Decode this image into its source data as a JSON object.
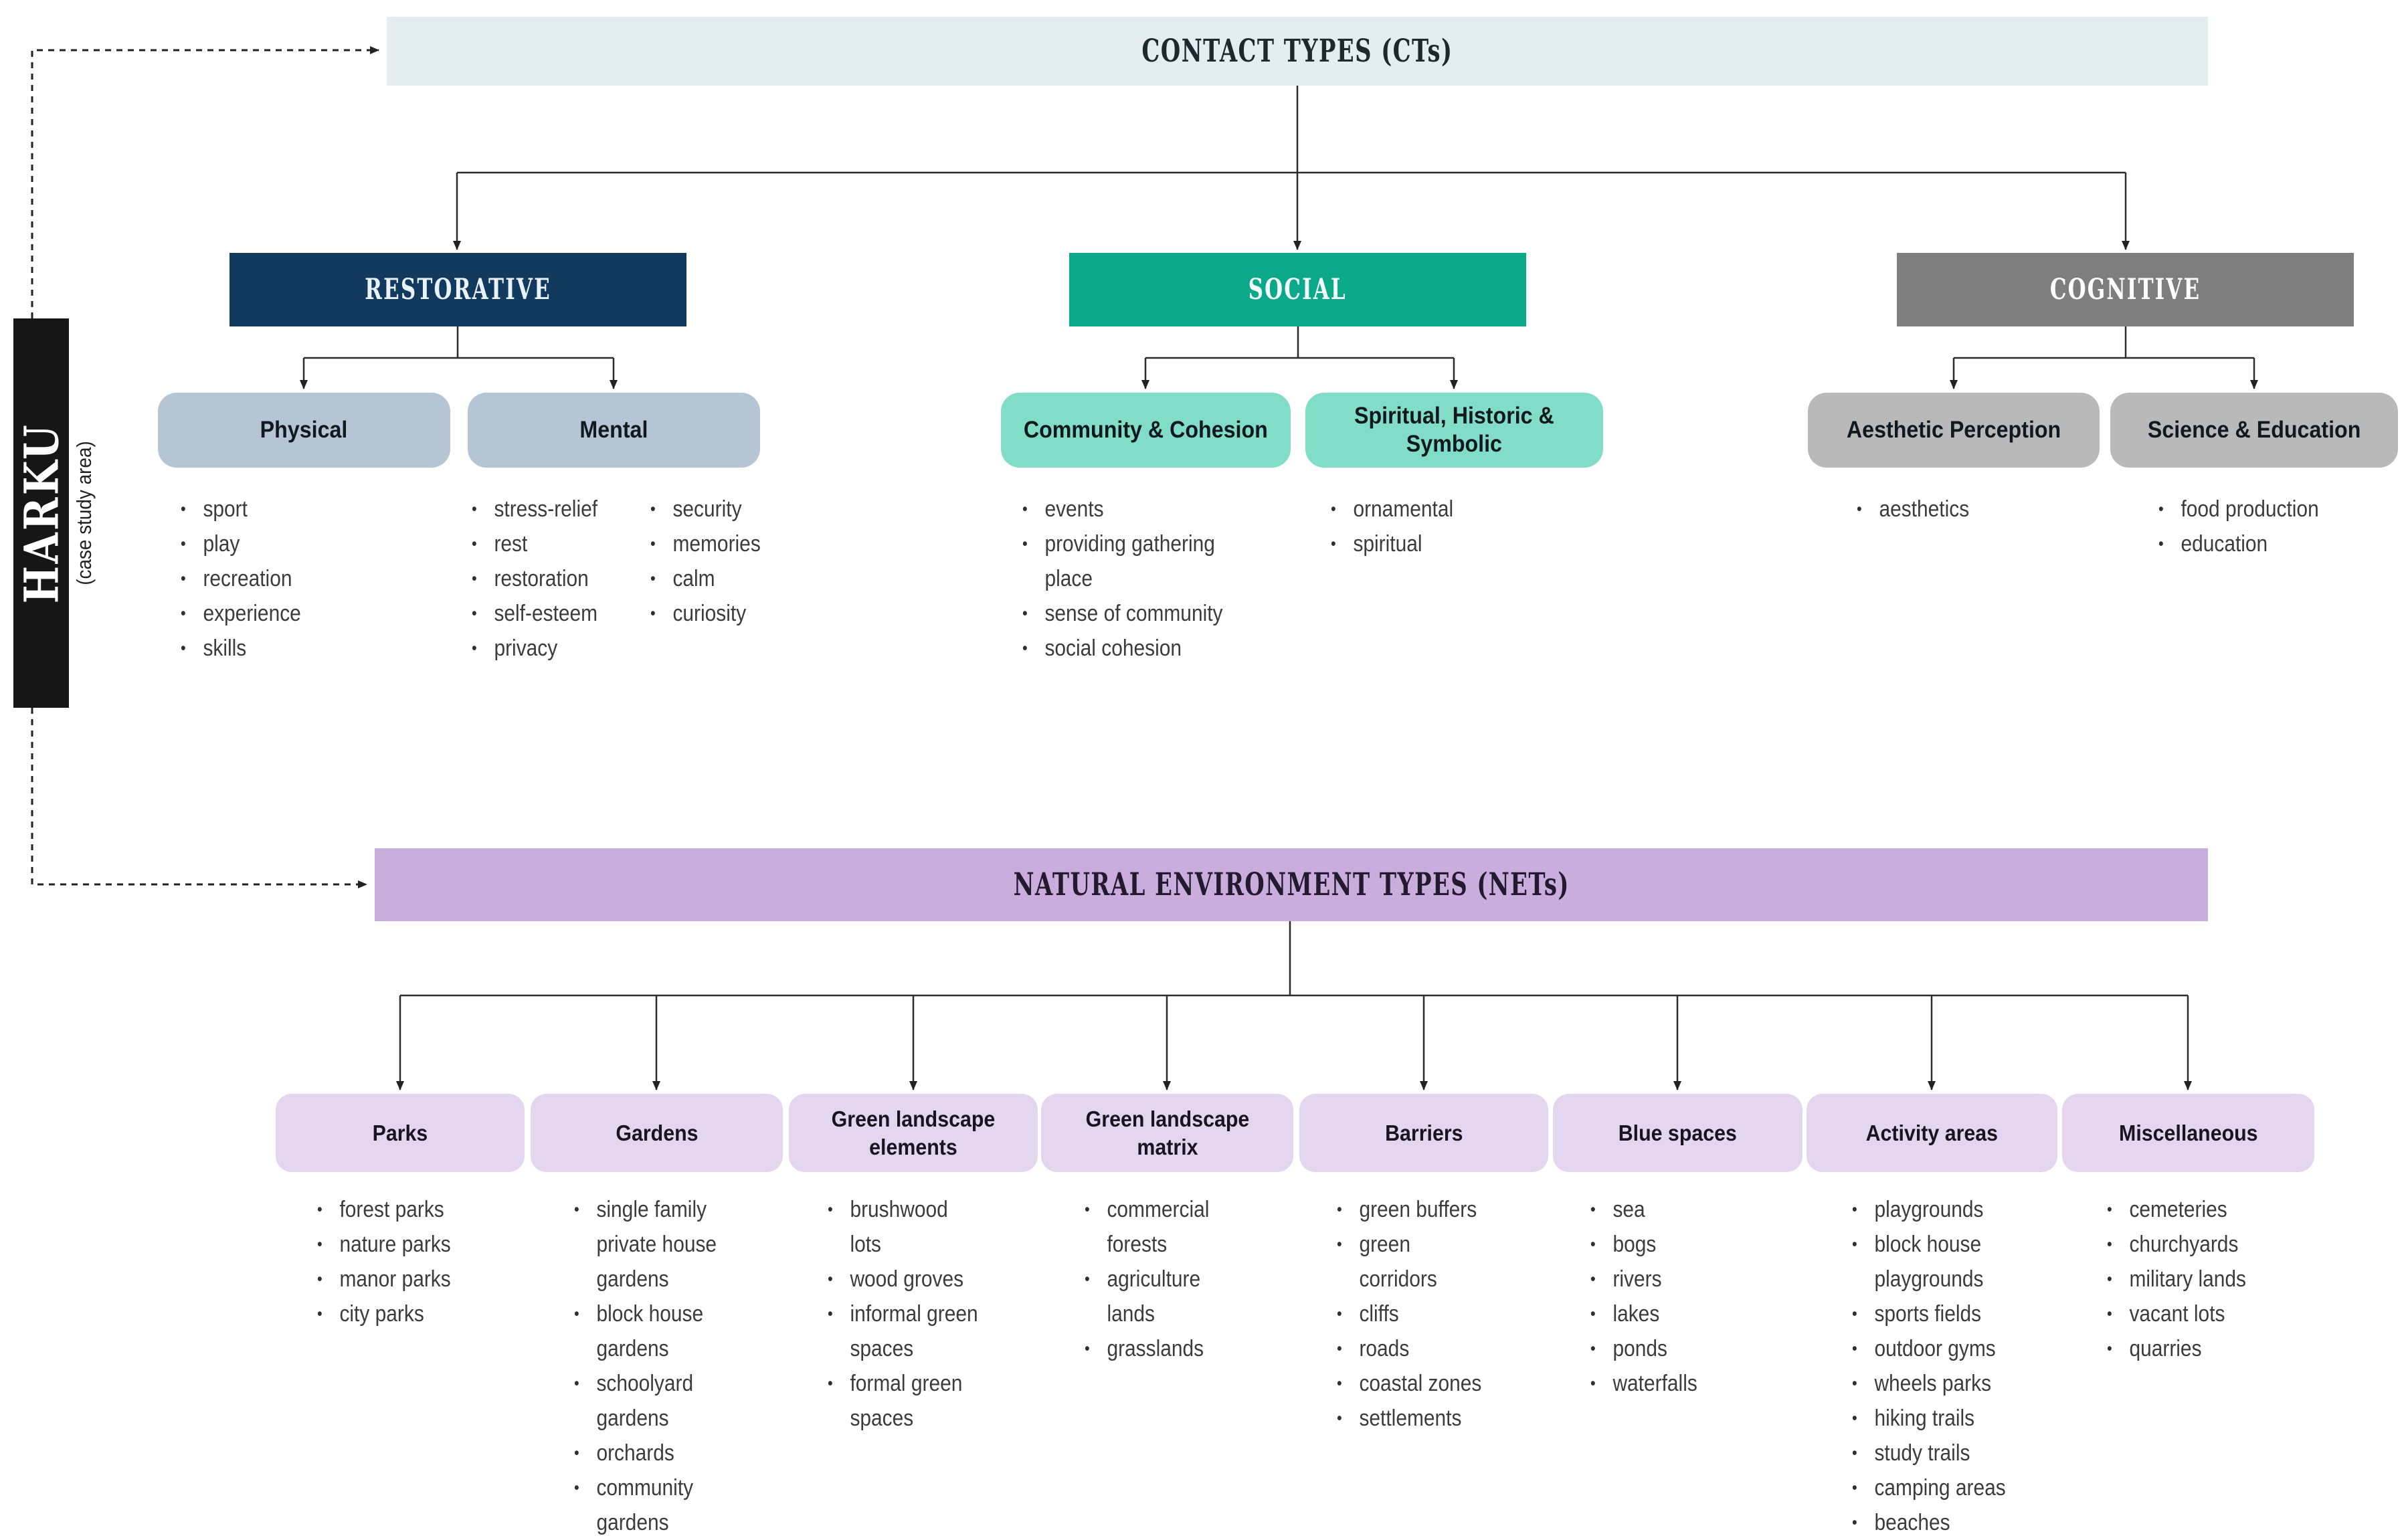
{
  "harku": {
    "label": "HARKU",
    "sublabel": "(case study area)"
  },
  "cts": {
    "title": "CONTACT TYPES (CTs)",
    "bar_color": "#e4eef1",
    "branches": [
      {
        "label": "RESTORATIVE",
        "color": "#12395e",
        "children": [
          {
            "label": "Physical",
            "items": [
              "sport",
              "play",
              "recreation",
              "experience",
              "skills"
            ]
          },
          {
            "label": "Mental",
            "columns": [
              [
                "stress-relief",
                "rest",
                "restoration",
                "self-esteem",
                "privacy"
              ],
              [
                "security",
                "memories",
                "calm",
                "curiosity"
              ]
            ]
          }
        ]
      },
      {
        "label": "SOCIAL",
        "color": "#0ba88a",
        "children": [
          {
            "label": "Community & Cohesion",
            "items": [
              "events",
              "providing gathering\nplace",
              "sense of community",
              "social cohesion"
            ]
          },
          {
            "label": "Spiritual, Historic &\nSymbolic",
            "items": [
              "ornamental",
              "spiritual"
            ]
          }
        ]
      },
      {
        "label": "COGNITIVE",
        "color": "#7e7e7e",
        "children": [
          {
            "label": "Aesthetic Perception",
            "items": [
              "aesthetics"
            ]
          },
          {
            "label": "Science & Education",
            "items": [
              "food production",
              "education"
            ]
          }
        ]
      }
    ]
  },
  "nets": {
    "title": "NATURAL ENVIRONMENT TYPES (NETs)",
    "bar_color": "#c9aedd",
    "categories": [
      {
        "label": "Parks",
        "items": [
          "forest parks",
          "nature parks",
          "manor parks",
          "city parks"
        ]
      },
      {
        "label": "Gardens",
        "items": [
          "single family\nprivate house\ngardens",
          "block house\ngardens",
          "schoolyard\ngardens",
          "orchards",
          "community\ngardens"
        ]
      },
      {
        "label": "Green landscape\nelements",
        "items": [
          "brushwood\nlots",
          "wood groves",
          "informal green\nspaces",
          "formal green\nspaces"
        ]
      },
      {
        "label": "Green landscape\nmatrix",
        "items": [
          "commercial\nforests",
          "agriculture\nlands",
          "grasslands"
        ]
      },
      {
        "label": "Barriers",
        "items": [
          "green buffers",
          "green\ncorridors",
          "cliffs",
          "roads",
          "coastal zones",
          "settlements"
        ]
      },
      {
        "label": "Blue spaces",
        "items": [
          "sea",
          "bogs",
          "rivers",
          "lakes",
          "ponds",
          "waterfalls"
        ]
      },
      {
        "label": "Activity areas",
        "items": [
          "playgrounds",
          "block house\nplaygrounds",
          "sports fields",
          "outdoor gyms",
          "wheels parks",
          "hiking trails",
          "study trails",
          "camping areas",
          "beaches"
        ]
      },
      {
        "label": "Miscellaneous",
        "items": [
          "cemeteries",
          "churchyards",
          "military lands",
          "vacant lots",
          "quarries"
        ]
      }
    ]
  }
}
